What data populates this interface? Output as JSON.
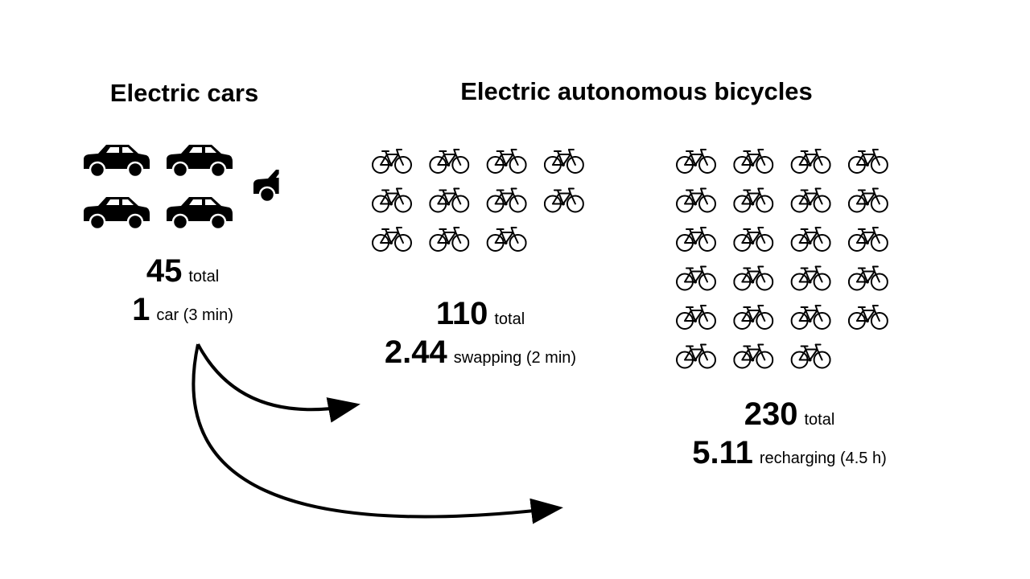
{
  "cars": {
    "title": "Electric cars",
    "total_value": "45",
    "total_label": "total",
    "unit_value": "1",
    "unit_label": "car (3 min)",
    "icon": "car-icon",
    "icon_count": 4.4
  },
  "bicycles": {
    "title": "Electric autonomous bicycles"
  },
  "swapping": {
    "total_value": "110",
    "total_label": "total",
    "unit_value": "2.44",
    "unit_label": "swapping (2 min)",
    "icon": "bicycle-icon",
    "icon_count": 11
  },
  "recharging": {
    "total_value": "230",
    "total_label": "total",
    "unit_value": "5.11",
    "unit_label": "recharging (4.5 h)",
    "icon": "bicycle-icon",
    "icon_count": 23
  },
  "arrows": [
    "arrow-to-swapping",
    "arrow-to-recharging"
  ]
}
